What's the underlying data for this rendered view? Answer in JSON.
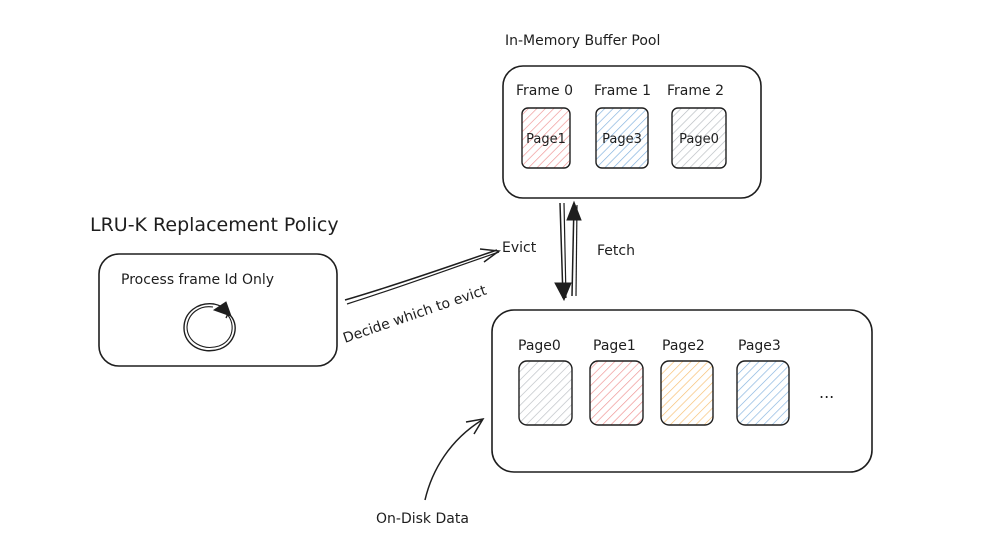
{
  "buffer_pool": {
    "title": "In-Memory Buffer Pool",
    "frames": [
      {
        "label": "Frame 0",
        "page": "Page1",
        "color": "#e03131"
      },
      {
        "label": "Frame 1",
        "page": "Page3",
        "color": "#1971c2"
      },
      {
        "label": "Frame 2",
        "page": "Page0",
        "color": "#868e96"
      }
    ]
  },
  "policy": {
    "title": "LRU-K Replacement Policy",
    "note": "Process frame Id Only",
    "icon": "cycle-icon"
  },
  "arrows": {
    "decide": "Decide which to evict",
    "evict": "Evict",
    "fetch": "Fetch"
  },
  "disk": {
    "label": "On-Disk Data",
    "pages": [
      {
        "label": "Page0",
        "color": "#868e96"
      },
      {
        "label": "Page1",
        "color": "#e03131"
      },
      {
        "label": "Page2",
        "color": "#f08c00"
      },
      {
        "label": "Page3",
        "color": "#1971c2"
      }
    ],
    "more": "..."
  }
}
